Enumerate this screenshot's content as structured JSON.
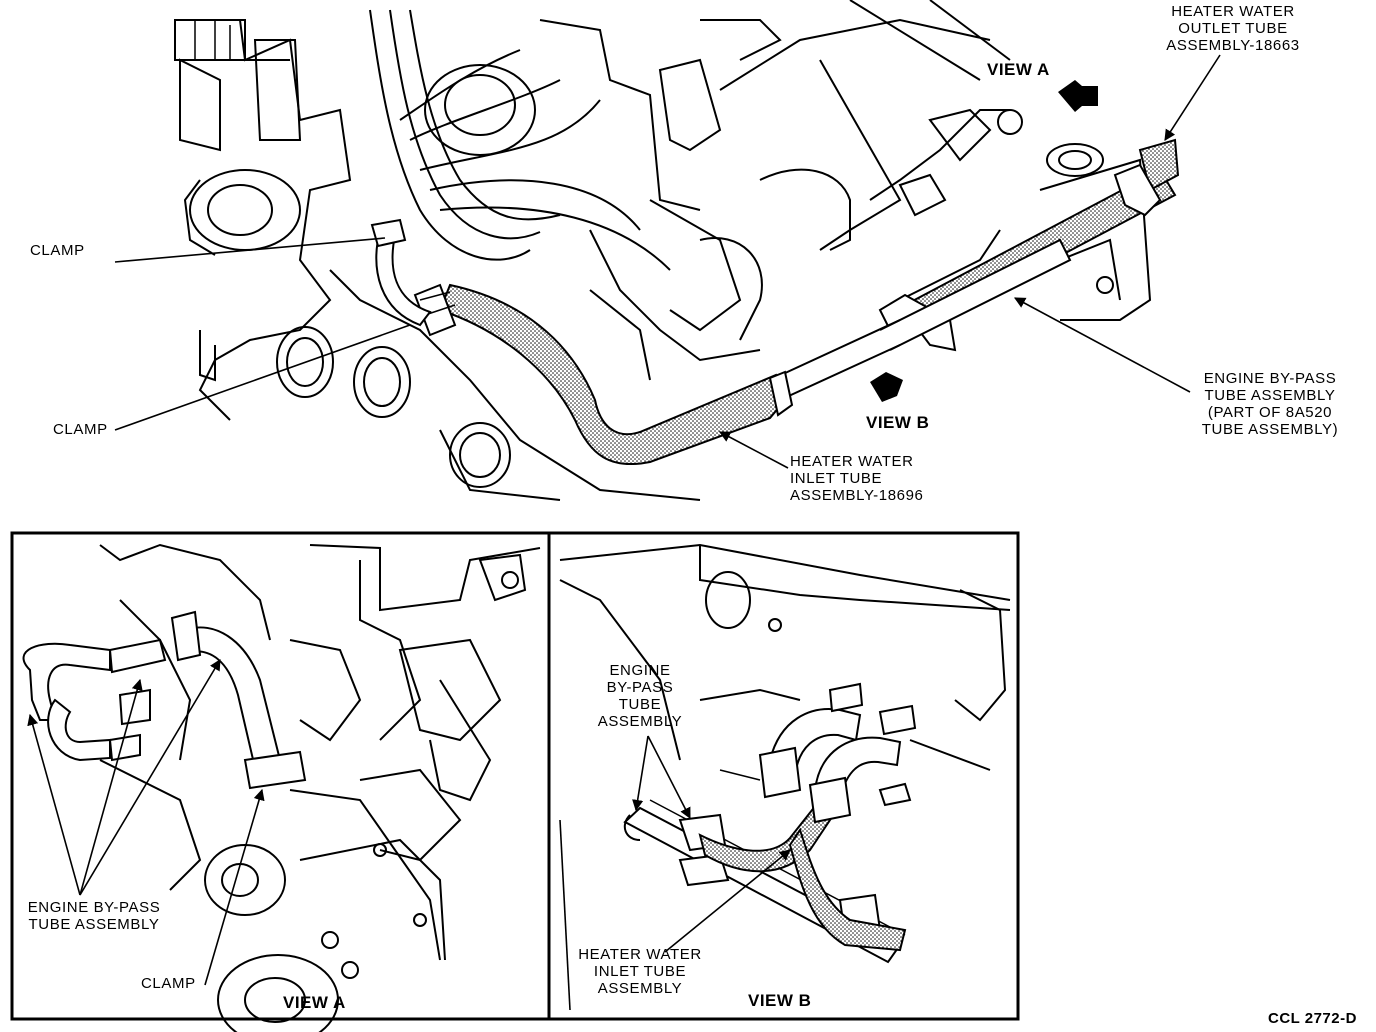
{
  "main_view": {
    "labels": {
      "heater_outlet": "HEATER WATER\nOUTLET TUBE\nASSEMBLY-18663",
      "view_a_arrow": "VIEW A",
      "clamp_upper": "CLAMP",
      "clamp_lower": "CLAMP",
      "engine_bypass": "ENGINE BY-PASS\nTUBE ASSEMBLY\n(PART OF 8A520\nTUBE ASSEMBLY)",
      "view_b_arrow": "VIEW B",
      "heater_inlet": "HEATER WATER\nINLET TUBE\nASSEMBLY-18696"
    }
  },
  "view_a_panel": {
    "title": "VIEW A",
    "labels": {
      "engine_bypass": "ENGINE BY-PASS\nTUBE ASSEMBLY",
      "clamp": "CLAMP"
    }
  },
  "view_b_panel": {
    "title": "VIEW B",
    "labels": {
      "engine_bypass": "ENGINE\nBY-PASS\nTUBE\nASSEMBLY",
      "heater_inlet": "HEATER WATER\nINLET TUBE\nASSEMBLY"
    }
  },
  "figure_code": "CCL 2772-D"
}
